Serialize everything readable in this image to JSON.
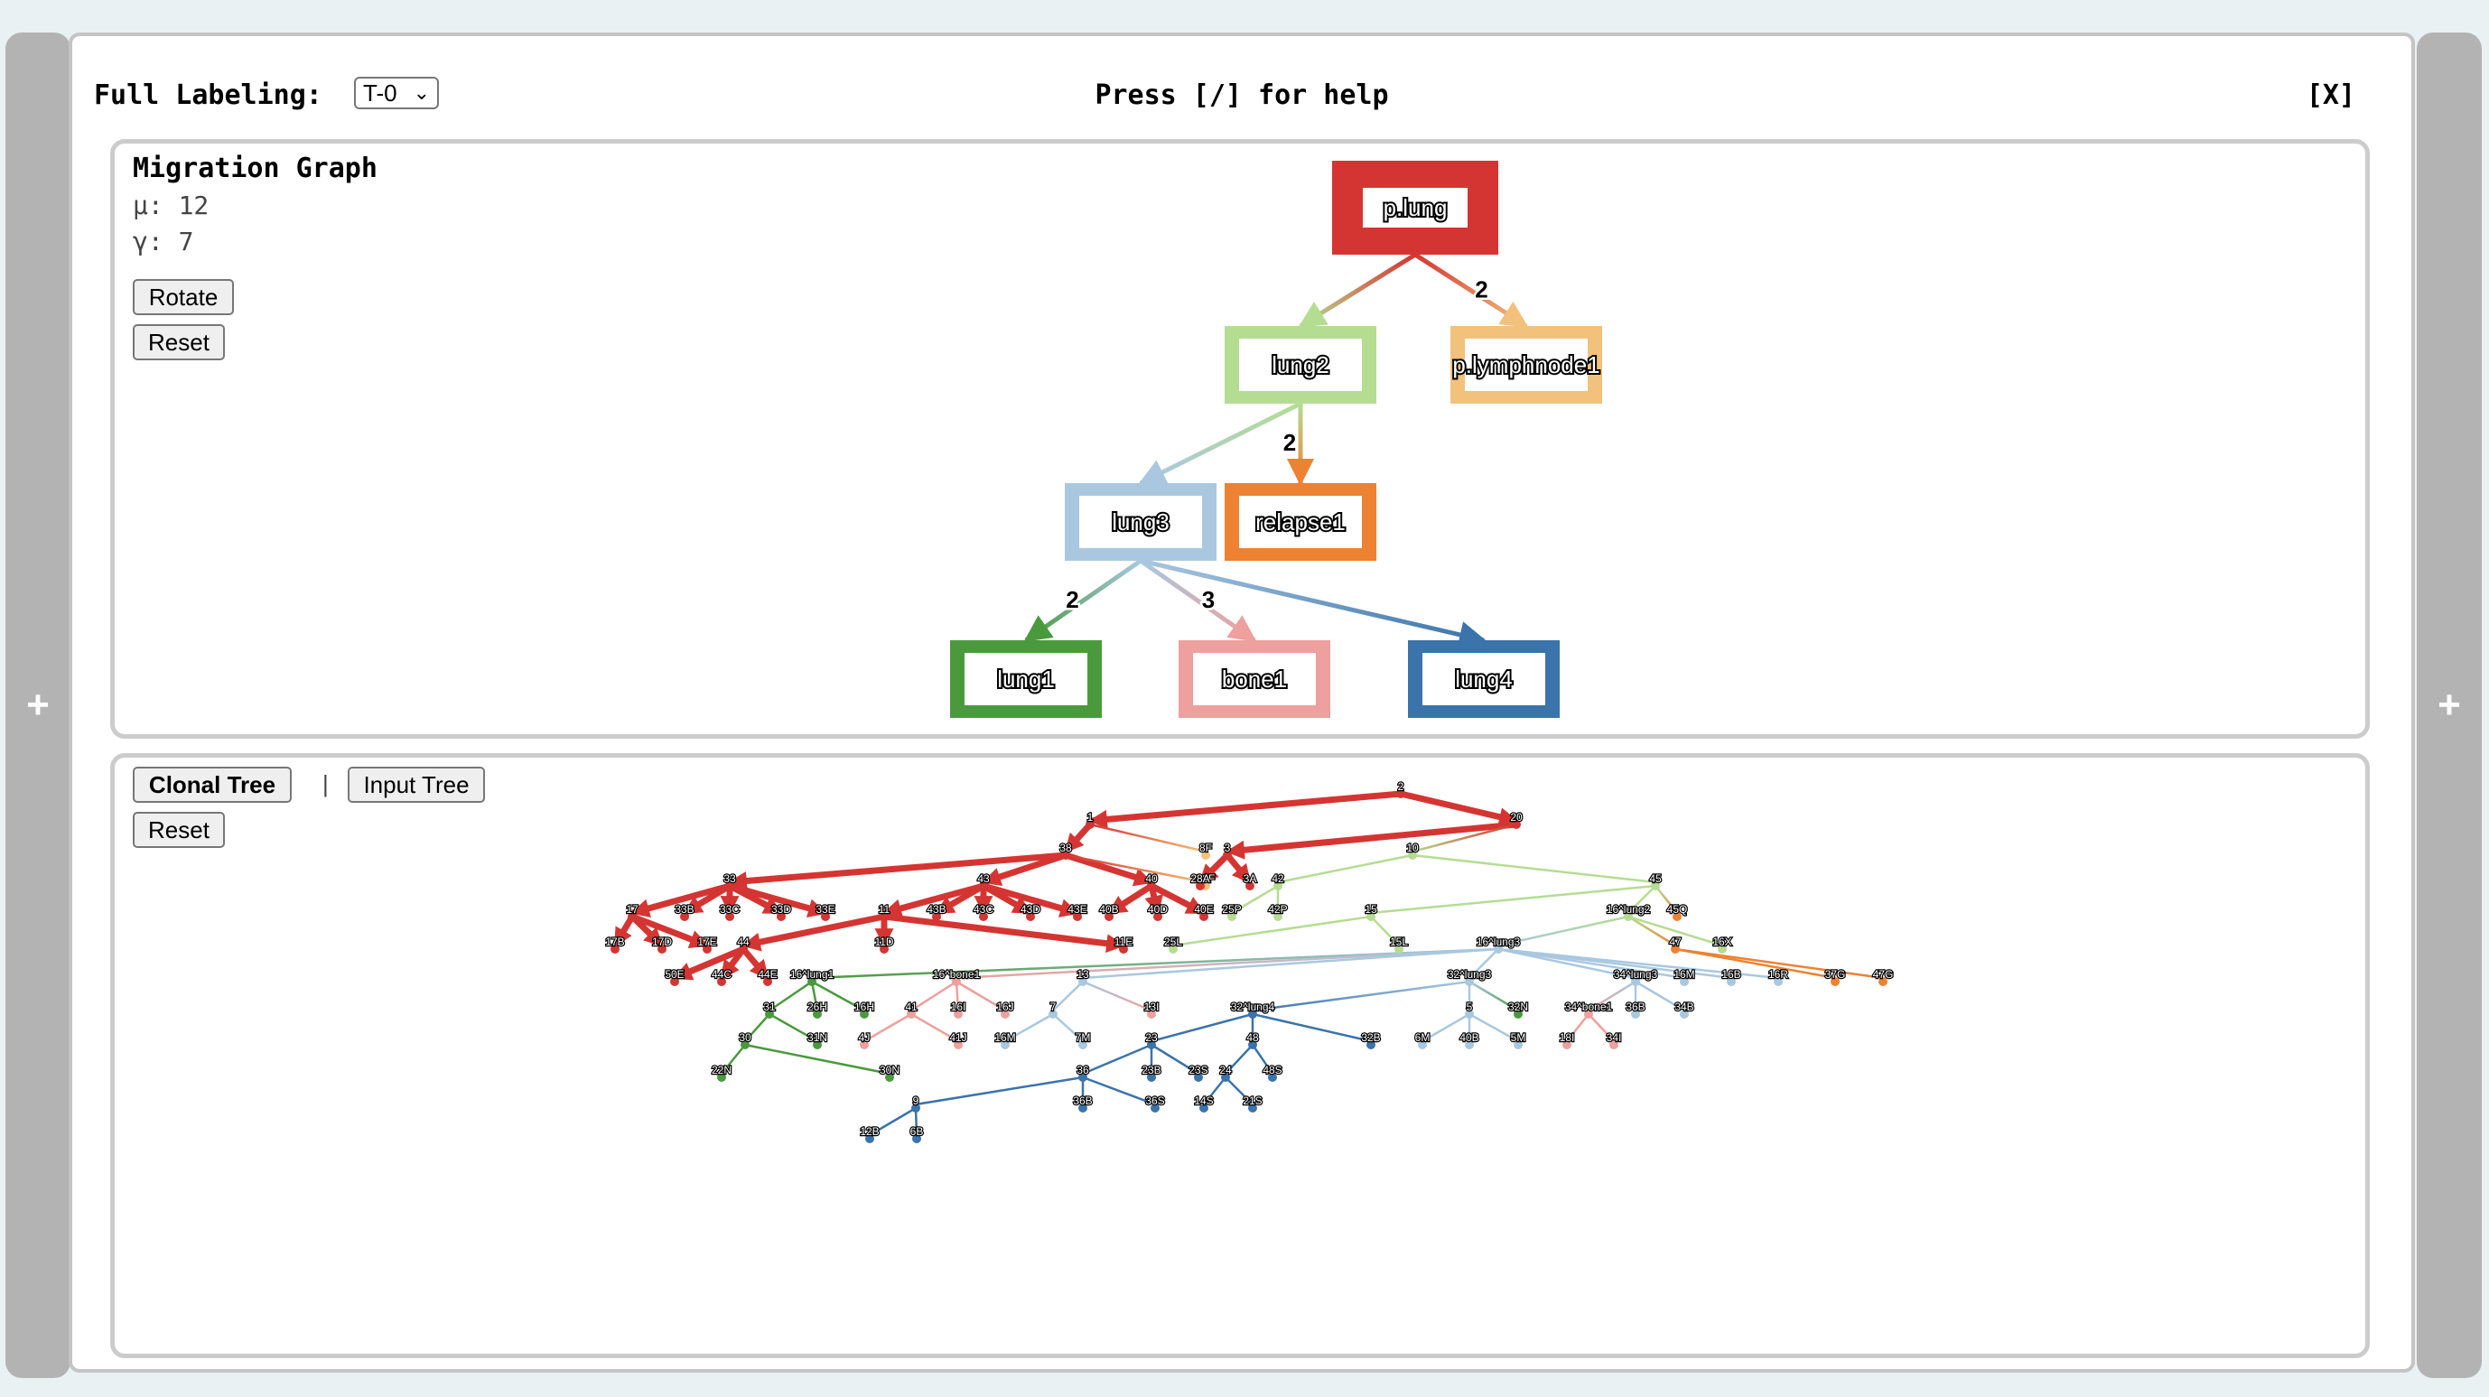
{
  "header": {
    "label": "Full Labeling:",
    "select_value": "T-0",
    "help": "Press [/] for help",
    "close": "[X]"
  },
  "sidebar": {
    "left_icon": "+",
    "right_icon": "+"
  },
  "migration": {
    "title": "Migration Graph",
    "mu": "μ: 12",
    "gamma": "γ: 7",
    "rotate_label": "Rotate",
    "reset_label": "Reset",
    "nodes": [
      {
        "id": "p.lung",
        "label": "p.lung",
        "color": "#d53532"
      },
      {
        "id": "lung2",
        "label": "lung2",
        "color": "#b5dd92"
      },
      {
        "id": "p.lymphnode1",
        "label": "p.lymphnode1",
        "color": "#f2c27c"
      },
      {
        "id": "lung3",
        "label": "lung3",
        "color": "#a9c8e0"
      },
      {
        "id": "relapse1",
        "label": "relapse1",
        "color": "#ec8232"
      },
      {
        "id": "lung1",
        "label": "lung1",
        "color": "#4a9a3d"
      },
      {
        "id": "bone1",
        "label": "bone1",
        "color": "#eda09e"
      },
      {
        "id": "lung4",
        "label": "lung4",
        "color": "#3b73ab"
      }
    ],
    "edges": [
      {
        "from": "p.lung",
        "to": "lung2",
        "label": ""
      },
      {
        "from": "p.lung",
        "to": "p.lymphnode1",
        "label": "2"
      },
      {
        "from": "lung2",
        "to": "lung3",
        "label": ""
      },
      {
        "from": "lung2",
        "to": "relapse1",
        "label": "2"
      },
      {
        "from": "lung3",
        "to": "lung1",
        "label": "2"
      },
      {
        "from": "lung3",
        "to": "bone1",
        "label": "3"
      },
      {
        "from": "lung3",
        "to": "lung4",
        "label": ""
      }
    ]
  },
  "tree": {
    "tab_clonal": "Clonal Tree",
    "tab_separator": "|",
    "tab_input": "Input Tree",
    "reset_label": "Reset",
    "site_colors": {
      "p.lung": "#d53532",
      "lung2": "#b5dd92",
      "p.lymphnode1": "#f2c27c",
      "lung3": "#a9c8e0",
      "relapse1": "#ec8232",
      "lung1": "#4a9a3d",
      "bone1": "#eda09e",
      "lung4": "#3b73ab"
    },
    "nodes": [
      {
        "id": "2",
        "label": "2",
        "site": "p.lung"
      },
      {
        "id": "1",
        "label": "1",
        "site": "p.lung",
        "parent": "2",
        "thick": true
      },
      {
        "id": "20",
        "label": "20",
        "site": "p.lung",
        "parent": "2",
        "thick": true
      },
      {
        "id": "38",
        "label": "38",
        "site": "p.lung",
        "parent": "1",
        "thick": true
      },
      {
        "id": "8F",
        "label": "8F",
        "site": "p.lymphnode1",
        "parent": "1"
      },
      {
        "id": "3",
        "label": "3",
        "site": "p.lung",
        "parent": "20",
        "thick": true
      },
      {
        "id": "10",
        "label": "10",
        "site": "lung2",
        "parent": "20"
      },
      {
        "id": "33",
        "label": "33",
        "site": "p.lung",
        "parent": "38",
        "thick": true
      },
      {
        "id": "43",
        "label": "43",
        "site": "p.lung",
        "parent": "38",
        "thick": true
      },
      {
        "id": "40",
        "label": "40",
        "site": "p.lung",
        "parent": "38",
        "thick": true
      },
      {
        "id": "38F",
        "label": "38F",
        "site": "p.lymphnode1",
        "parent": "38"
      },
      {
        "id": "28A",
        "label": "28A",
        "site": "p.lung",
        "parent": "3",
        "thick": true
      },
      {
        "id": "3A",
        "label": "3A",
        "site": "p.lung",
        "parent": "3",
        "thick": true
      },
      {
        "id": "42",
        "label": "42",
        "site": "lung2",
        "parent": "10"
      },
      {
        "id": "45",
        "label": "45",
        "site": "lung2",
        "parent": "10"
      },
      {
        "id": "17",
        "label": "17",
        "site": "p.lung",
        "parent": "33",
        "thick": true
      },
      {
        "id": "33B",
        "label": "33B",
        "site": "p.lung",
        "parent": "33",
        "thick": true
      },
      {
        "id": "33C",
        "label": "33C",
        "site": "p.lung",
        "parent": "33",
        "thick": true
      },
      {
        "id": "33D",
        "label": "33D",
        "site": "p.lung",
        "parent": "33",
        "thick": true
      },
      {
        "id": "33E",
        "label": "33E",
        "site": "p.lung",
        "parent": "33",
        "thick": true
      },
      {
        "id": "11",
        "label": "11",
        "site": "p.lung",
        "parent": "43",
        "thick": true
      },
      {
        "id": "43B",
        "label": "43B",
        "site": "p.lung",
        "parent": "43",
        "thick": true
      },
      {
        "id": "43C",
        "label": "43C",
        "site": "p.lung",
        "parent": "43",
        "thick": true
      },
      {
        "id": "43D",
        "label": "43D",
        "site": "p.lung",
        "parent": "43",
        "thick": true
      },
      {
        "id": "43E",
        "label": "43E",
        "site": "p.lung",
        "parent": "43",
        "thick": true
      },
      {
        "id": "40B",
        "label": "40B",
        "site": "p.lung",
        "parent": "40",
        "thick": true
      },
      {
        "id": "40D",
        "label": "40D",
        "site": "p.lung",
        "parent": "40",
        "thick": true
      },
      {
        "id": "40E",
        "label": "40E",
        "site": "p.lung",
        "parent": "40",
        "thick": true
      },
      {
        "id": "25P",
        "label": "25P",
        "site": "lung2",
        "parent": "42"
      },
      {
        "id": "42P",
        "label": "42P",
        "site": "lung2",
        "parent": "42"
      },
      {
        "id": "15",
        "label": "15",
        "site": "lung2",
        "parent": "45"
      },
      {
        "id": "16^lung2",
        "label": "16^lung2",
        "site": "lung2",
        "parent": "45"
      },
      {
        "id": "45Q",
        "label": "45Q",
        "site": "relapse1",
        "parent": "45"
      },
      {
        "id": "17B",
        "label": "17B",
        "site": "p.lung",
        "parent": "17",
        "thick": true
      },
      {
        "id": "17D",
        "label": "17D",
        "site": "p.lung",
        "parent": "17",
        "thick": true
      },
      {
        "id": "17E",
        "label": "17E",
        "site": "p.lung",
        "parent": "17",
        "thick": true
      },
      {
        "id": "44",
        "label": "44",
        "site": "p.lung",
        "parent": "11",
        "thick": true
      },
      {
        "id": "11D",
        "label": "11D",
        "site": "p.lung",
        "parent": "11",
        "thick": true
      },
      {
        "id": "11E",
        "label": "11E",
        "site": "p.lung",
        "parent": "11",
        "thick": true
      },
      {
        "id": "25L",
        "label": "25L",
        "site": "lung2",
        "parent": "15"
      },
      {
        "id": "15L",
        "label": "15L",
        "site": "lung2",
        "parent": "15"
      },
      {
        "id": "16^lung3",
        "label": "16^lung3",
        "site": "lung3",
        "parent": "16^lung2"
      },
      {
        "id": "47",
        "label": "47",
        "site": "relapse1",
        "parent": "16^lung2"
      },
      {
        "id": "16X",
        "label": "16X",
        "site": "lung2",
        "parent": "16^lung2"
      },
      {
        "id": "50E",
        "label": "50E",
        "site": "p.lung",
        "parent": "44",
        "thick": true
      },
      {
        "id": "44C",
        "label": "44C",
        "site": "p.lung",
        "parent": "44",
        "thick": true
      },
      {
        "id": "44E",
        "label": "44E",
        "site": "p.lung",
        "parent": "44",
        "thick": true
      },
      {
        "id": "16^lung1",
        "label": "16^lung1",
        "site": "lung1",
        "parent": "16^lung3"
      },
      {
        "id": "16^bone1",
        "label": "16^bone1",
        "site": "bone1",
        "parent": "16^lung3"
      },
      {
        "id": "13",
        "label": "13",
        "site": "lung3",
        "parent": "16^lung3"
      },
      {
        "id": "32^lung3",
        "label": "32^lung3",
        "site": "lung3",
        "parent": "16^lung3"
      },
      {
        "id": "34^lung3",
        "label": "34^lung3",
        "site": "lung3",
        "parent": "16^lung3"
      },
      {
        "id": "16M",
        "label": "16M",
        "site": "lung3",
        "parent": "16^lung3"
      },
      {
        "id": "16B",
        "label": "16B",
        "site": "lung3",
        "parent": "16^lung3"
      },
      {
        "id": "16R",
        "label": "16R",
        "site": "lung3",
        "parent": "16^lung3"
      },
      {
        "id": "37G",
        "label": "37G",
        "site": "relapse1",
        "parent": "47"
      },
      {
        "id": "47G",
        "label": "47G",
        "site": "relapse1",
        "parent": "47"
      },
      {
        "id": "31",
        "label": "31",
        "site": "lung1",
        "parent": "16^lung1"
      },
      {
        "id": "26H",
        "label": "26H",
        "site": "lung1",
        "parent": "16^lung1"
      },
      {
        "id": "16H",
        "label": "16H",
        "site": "lung1",
        "parent": "16^lung1"
      },
      {
        "id": "41",
        "label": "41",
        "site": "bone1",
        "parent": "16^bone1"
      },
      {
        "id": "16I",
        "label": "16I",
        "site": "bone1",
        "parent": "16^bone1"
      },
      {
        "id": "16J",
        "label": "16J",
        "site": "bone1",
        "parent": "16^bone1"
      },
      {
        "id": "7",
        "label": "7",
        "site": "lung3",
        "parent": "13"
      },
      {
        "id": "13I",
        "label": "13I",
        "site": "bone1",
        "parent": "13"
      },
      {
        "id": "32^lung4",
        "label": "32^lung4",
        "site": "lung4",
        "parent": "32^lung3"
      },
      {
        "id": "5",
        "label": "5",
        "site": "lung3",
        "parent": "32^lung3"
      },
      {
        "id": "32N",
        "label": "32N",
        "site": "lung1",
        "parent": "32^lung3"
      },
      {
        "id": "34^bone1",
        "label": "34^bone1",
        "site": "bone1",
        "parent": "34^lung3"
      },
      {
        "id": "36B",
        "label": "36B",
        "site": "lung3",
        "parent": "34^lung3"
      },
      {
        "id": "34B",
        "label": "34B",
        "site": "lung3",
        "parent": "34^lung3"
      },
      {
        "id": "30",
        "label": "30",
        "site": "lung1",
        "parent": "31"
      },
      {
        "id": "31N",
        "label": "31N",
        "site": "lung1",
        "parent": "31"
      },
      {
        "id": "4J",
        "label": "4J",
        "site": "bone1",
        "parent": "41"
      },
      {
        "id": "41J",
        "label": "41J",
        "site": "bone1",
        "parent": "41"
      },
      {
        "id": "16M2",
        "label": "16M",
        "site": "lung3",
        "parent": "7"
      },
      {
        "id": "7M",
        "label": "7M",
        "site": "lung3",
        "parent": "7"
      },
      {
        "id": "23",
        "label": "23",
        "site": "lung4",
        "parent": "32^lung4"
      },
      {
        "id": "48",
        "label": "48",
        "site": "lung4",
        "parent": "32^lung4"
      },
      {
        "id": "32B",
        "label": "32B",
        "site": "lung4",
        "parent": "32^lung4"
      },
      {
        "id": "6M",
        "label": "6M",
        "site": "lung3",
        "parent": "5"
      },
      {
        "id": "40B2",
        "label": "40B",
        "site": "lung3",
        "parent": "5"
      },
      {
        "id": "5M",
        "label": "5M",
        "site": "lung3",
        "parent": "5"
      },
      {
        "id": "18I",
        "label": "18I",
        "site": "bone1",
        "parent": "34^bone1"
      },
      {
        "id": "34I",
        "label": "34I",
        "site": "bone1",
        "parent": "34^bone1"
      },
      {
        "id": "22N",
        "label": "22N",
        "site": "lung1",
        "parent": "30"
      },
      {
        "id": "30N",
        "label": "30N",
        "site": "lung1",
        "parent": "30"
      },
      {
        "id": "36",
        "label": "36",
        "site": "lung4",
        "parent": "23"
      },
      {
        "id": "23B",
        "label": "23B",
        "site": "lung4",
        "parent": "23"
      },
      {
        "id": "23S",
        "label": "23S",
        "site": "lung4",
        "parent": "23"
      },
      {
        "id": "24",
        "label": "24",
        "site": "lung4",
        "parent": "48"
      },
      {
        "id": "48S",
        "label": "48S",
        "site": "lung4",
        "parent": "48"
      },
      {
        "id": "9",
        "label": "9",
        "site": "lung4",
        "parent": "36"
      },
      {
        "id": "36B2",
        "label": "36B",
        "site": "lung4",
        "parent": "36"
      },
      {
        "id": "36S",
        "label": "36S",
        "site": "lung4",
        "parent": "36"
      },
      {
        "id": "14S",
        "label": "14S",
        "site": "lung4",
        "parent": "24"
      },
      {
        "id": "21S",
        "label": "21S",
        "site": "lung4",
        "parent": "24"
      },
      {
        "id": "12B",
        "label": "12B",
        "site": "lung4",
        "parent": "9"
      },
      {
        "id": "6B",
        "label": "6B",
        "site": "lung4",
        "parent": "9"
      }
    ]
  }
}
